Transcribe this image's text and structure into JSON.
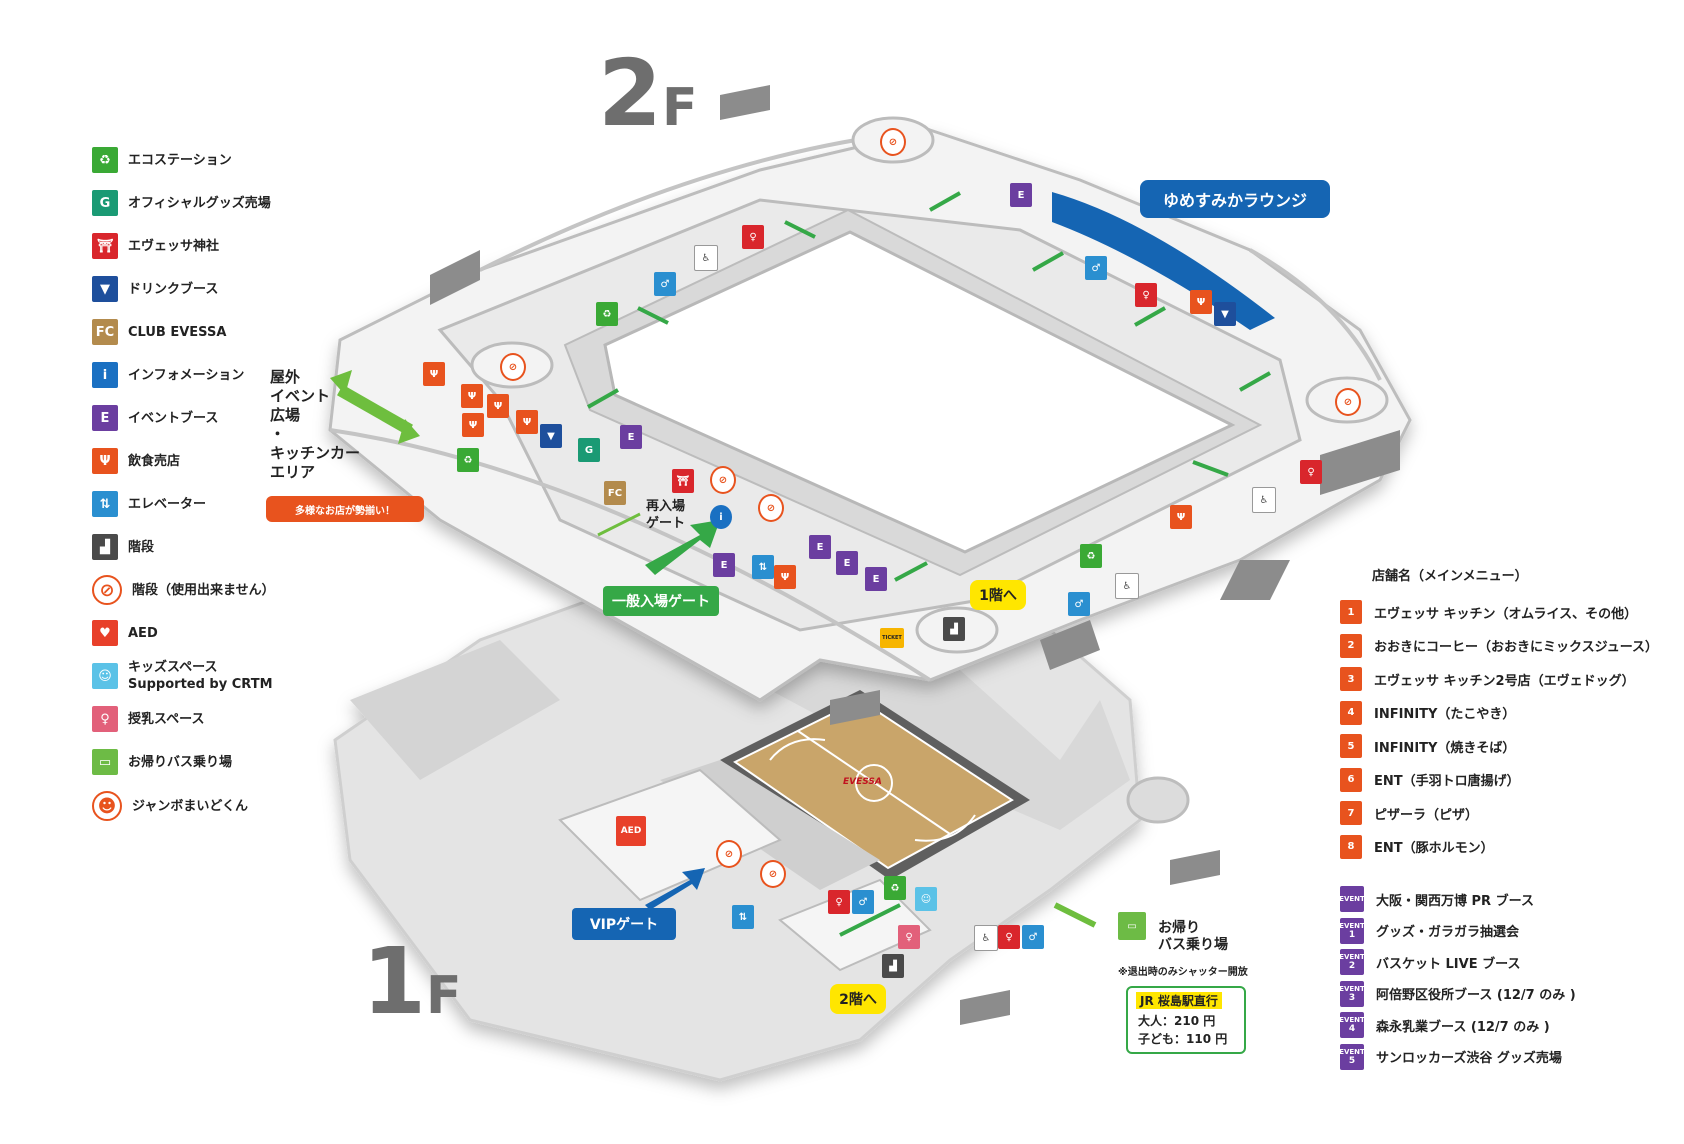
{
  "floors": {
    "upper_digit": "2",
    "upper_letter": "F",
    "lower_digit": "1",
    "lower_letter": "F"
  },
  "legend": [
    {
      "icon": "eco-station-icon",
      "color": "#3aa935",
      "glyph": "♻",
      "label": "エコステーション"
    },
    {
      "icon": "goods-shop-icon",
      "color": "#1a9a74",
      "glyph": "G",
      "label": "オフィシャルグッズ売場"
    },
    {
      "icon": "shrine-icon",
      "color": "#d9262c",
      "glyph": "⛩",
      "label": "エヴェッサ神社"
    },
    {
      "icon": "drink-booth-icon",
      "color": "#1e4f9c",
      "glyph": "▼",
      "label": "ドリンクブース"
    },
    {
      "icon": "fc-icon",
      "color": "#b38b4d",
      "glyph": "FC",
      "label": "CLUB EVESSA"
    },
    {
      "icon": "information-icon",
      "color": "#1a70c2",
      "glyph": "i",
      "label": "インフォメーション"
    },
    {
      "icon": "event-booth-icon",
      "color": "#6b3ea0",
      "glyph": "E",
      "label": "イベントブース"
    },
    {
      "icon": "food-stall-icon",
      "color": "#e8531e",
      "glyph": "Ψ",
      "label": "飲食売店"
    },
    {
      "icon": "elevator-icon",
      "color": "#2a8fd0",
      "glyph": "⇅",
      "label": "エレベーター"
    },
    {
      "icon": "stairs-icon",
      "color": "#4a4a4a",
      "glyph": "▟",
      "label": "階段"
    },
    {
      "icon": "stairs-closed-icon",
      "color": "#ffffff",
      "glyph": "⊘",
      "label": "階段（使用出来ません）"
    },
    {
      "icon": "aed-icon",
      "color": "#e8402a",
      "glyph": "♥",
      "label": "AED"
    },
    {
      "icon": "kids-space-icon",
      "color": "#5bc2e7",
      "glyph": "☺",
      "label": "キッズスペース\nSupported by CRTM"
    },
    {
      "icon": "nursing-room-icon",
      "color": "#e2607a",
      "glyph": "♀",
      "label": "授乳スペース"
    },
    {
      "icon": "bus-stop-icon",
      "color": "#6dbb45",
      "glyph": "▭",
      "label": "お帰りバス乗り場"
    },
    {
      "icon": "mascot-icon",
      "color": "#ffffff",
      "glyph": "☻",
      "label": "ジャンボまいどくん"
    }
  ],
  "map": {
    "lounge_label": "ゆめすみかラウンジ",
    "outdoor_label": "屋外\nイベント\n広場\n・\nキッチンカー\nエリア",
    "outdoor_badge": "多様なお店が勢揃い！",
    "reentry_label": "再入場\nゲート",
    "general_gate": "一般入場ゲート",
    "vip_gate": "VIPゲート",
    "to_1f": "1階へ",
    "to_2f": "2階へ",
    "bus_label": "お帰り\nバス乗り場",
    "shutter_note": "※退出時のみシャッター開放",
    "jr_title": "JR 桜島駅直行",
    "jr_adult": "大人：210 円",
    "jr_child": "子ども：110 円",
    "ticket_label": "TICKET",
    "team_logo": "EVESSA"
  },
  "shops": {
    "title": "店舗名（メインメニュー）",
    "items": [
      {
        "num": "1",
        "label": "エヴェッサ キッチン（オムライス、その他）"
      },
      {
        "num": "2",
        "label": "おおきにコーヒー（おおきにミックスジュース）"
      },
      {
        "num": "3",
        "label": "エヴェッサ キッチン2号店（エヴェドッグ）"
      },
      {
        "num": "4",
        "label": "INFINITY（たこやき）"
      },
      {
        "num": "5",
        "label": "INFINITY（焼きそば）"
      },
      {
        "num": "6",
        "label": "ENT（手羽トロ唐揚げ）"
      },
      {
        "num": "7",
        "label": "ピザーラ（ピザ）"
      },
      {
        "num": "8",
        "label": "ENT（豚ホルモン）"
      }
    ]
  },
  "events": {
    "badge_text": "EVENT",
    "items": [
      {
        "num": "",
        "label": "大阪・関西万博 PR ブース"
      },
      {
        "num": "1",
        "label": "グッズ・ガラガラ抽選会"
      },
      {
        "num": "2",
        "label": "バスケット LIVE ブース"
      },
      {
        "num": "3",
        "label": "阿倍野区役所ブース (12/7 のみ )"
      },
      {
        "num": "4",
        "label": "森永乳業ブース (12/7 のみ )"
      },
      {
        "num": "5",
        "label": "サンロッカーズ渋谷 グッズ売場"
      }
    ]
  },
  "colors": {
    "accent_green": "#35a847",
    "accent_blue": "#1565b3",
    "floor_gray": "#bdbdbd",
    "court": "#c9a56a"
  }
}
